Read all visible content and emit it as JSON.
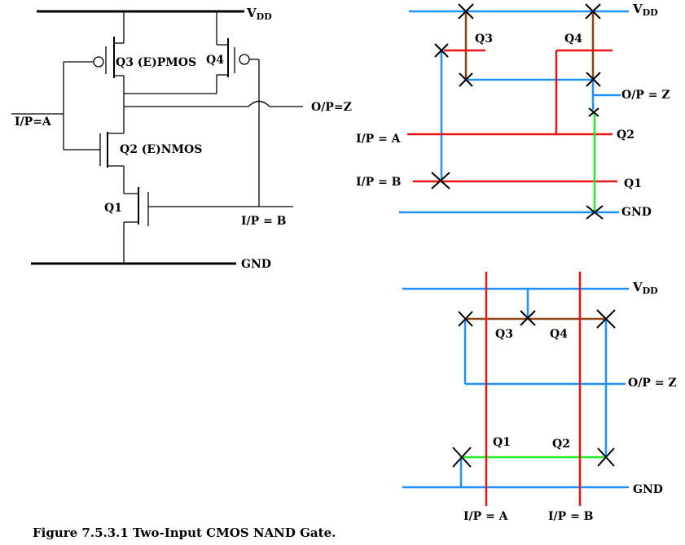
{
  "caption": "Figure 7.5.3.1 Two-Input CMOS NAND Gate.",
  "schematic": {
    "vdd": "V",
    "vdd_sub": "DD",
    "gnd": "GND",
    "input_a": "I/P=A",
    "input_b": "I/P = B",
    "output": "O/P=Z",
    "q1": "Q1",
    "q2": "Q2 (E)NMOS",
    "q3": "Q3 (E)PMOS",
    "q4": "Q4"
  },
  "stick_top": {
    "vdd": "V",
    "vdd_sub": "DD",
    "gnd": "GND",
    "input_a": "I/P = A",
    "input_b": "I/P = B",
    "output": "O/P = Z",
    "q1": "Q1",
    "q2": "Q2",
    "q3": "Q3",
    "q4": "Q4"
  },
  "stick_bottom": {
    "vdd": "V",
    "vdd_sub": "DD",
    "gnd": "GND",
    "input_a": "I/P = A",
    "input_b": "I/P = B",
    "output": "O/P = Z",
    "q1": "Q1",
    "q2": "Q2",
    "q3": "Q3",
    "q4": "Q4"
  },
  "colors": {
    "metal": "#1e90ff",
    "poly": "#ee1111",
    "pdiff": "#8b4513",
    "ndiff": "#22ee22",
    "wire": "#000000"
  }
}
